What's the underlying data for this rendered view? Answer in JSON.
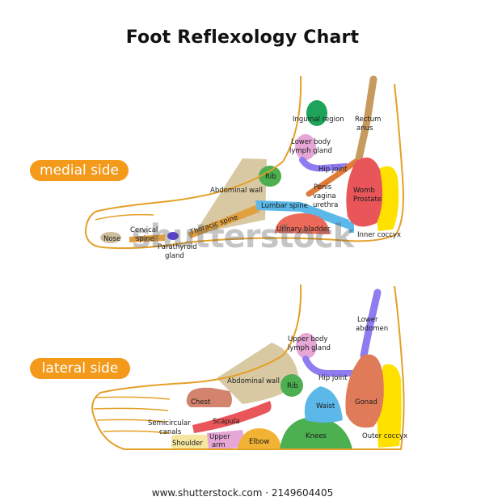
{
  "title": "Foot Reflexology Chart",
  "colors": {
    "outline": "#e3a027",
    "label_bg": "#f39a1b",
    "abdominal": "#d9c9a3",
    "rib": "#4caf50",
    "inguinal": "#1ea35a",
    "lymph": "#e6a6d6",
    "hip": "#8e7cf0",
    "womb": "#e8565a",
    "coccyx": "#ffe100",
    "spine": "#5bb8e8",
    "thoracic": "#e0a040",
    "bladder": "#ec6a5a",
    "rectum": "#c79b5e"
  },
  "medial": {
    "side_label": "medial side",
    "labels": {
      "inguinal": "Inguinal region",
      "rectum": "Rectum",
      "anus": "anus",
      "lower_body_1": "Lower body",
      "lower_body_2": "lymph gland",
      "hip": "Hip joint",
      "rib": "Rib",
      "abdominal": "Abdominal wall",
      "penis": "Penis",
      "vagina": "vagina",
      "urethra": "urethra",
      "womb": "Womb",
      "prostate": "Prostate",
      "lumbar": "Lumbar spine",
      "thoracic": "Thoracic spine",
      "cervical_1": "Cervical",
      "cervical_2": "spine",
      "nose": "Nose",
      "parathyroid_1": "Parathyroid",
      "parathyroid_2": "gland",
      "bladder": "Urinary bladder",
      "inner_coccyx": "Inner coccyx"
    }
  },
  "lateral": {
    "side_label": "lateral side",
    "labels": {
      "lower_abdomen_1": "Lower",
      "lower_abdomen_2": "abdomen",
      "upper_body_1": "Upper body",
      "upper_body_2": "lymph gland",
      "hip": "Hip joint",
      "abdominal": "Abdominal wall",
      "rib": "Rib",
      "chest": "Chest",
      "waist": "Waist",
      "gonad": "Gonad",
      "scapula": "Scapula",
      "semicircular_1": "Semicircular",
      "semicircular_2": "canals",
      "shoulder": "Shoulder",
      "upper_arm_1": "Upper",
      "upper_arm_2": "arm",
      "elbow": "Elbow",
      "knees": "Knees",
      "outer_coccyx": "Outer coccyx"
    }
  },
  "watermark": "shutterstock",
  "footer": "www.shutterstock.com · 2149604405"
}
